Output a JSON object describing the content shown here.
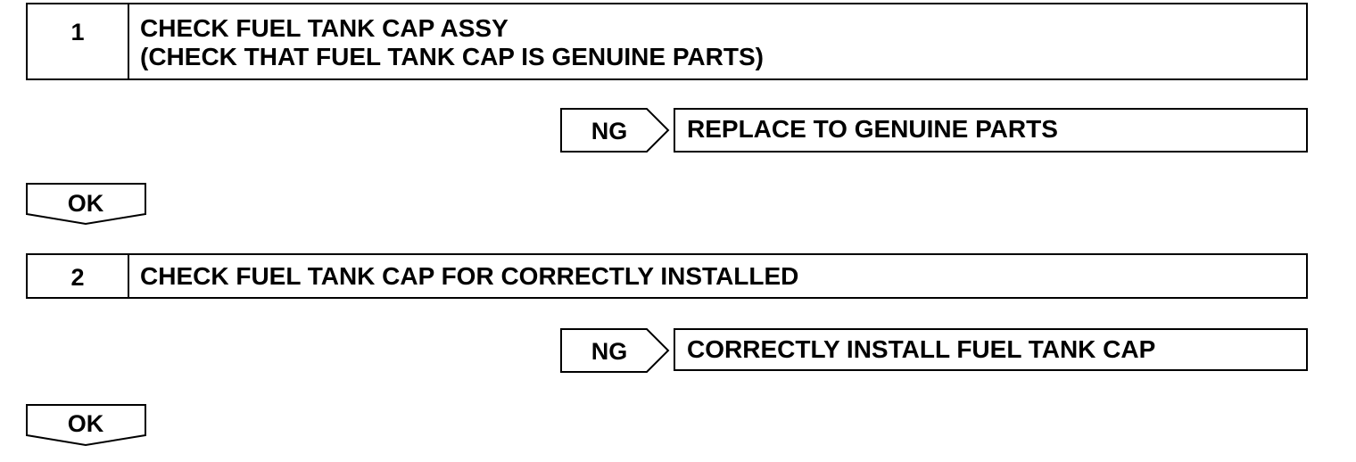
{
  "steps": [
    {
      "number": "1",
      "lines": [
        "CHECK FUEL TANK CAP ASSY",
        "(CHECK THAT FUEL TANK CAP IS GENUINE PARTS)"
      ],
      "ng_label": "NG",
      "ng_action": "REPLACE TO GENUINE PARTS",
      "ok_label": "OK"
    },
    {
      "number": "2",
      "lines": [
        "CHECK FUEL TANK CAP FOR CORRECTLY INSTALLED"
      ],
      "ng_label": "NG",
      "ng_action": "CORRECTLY INSTALL FUEL TANK CAP",
      "ok_label": "OK"
    }
  ]
}
